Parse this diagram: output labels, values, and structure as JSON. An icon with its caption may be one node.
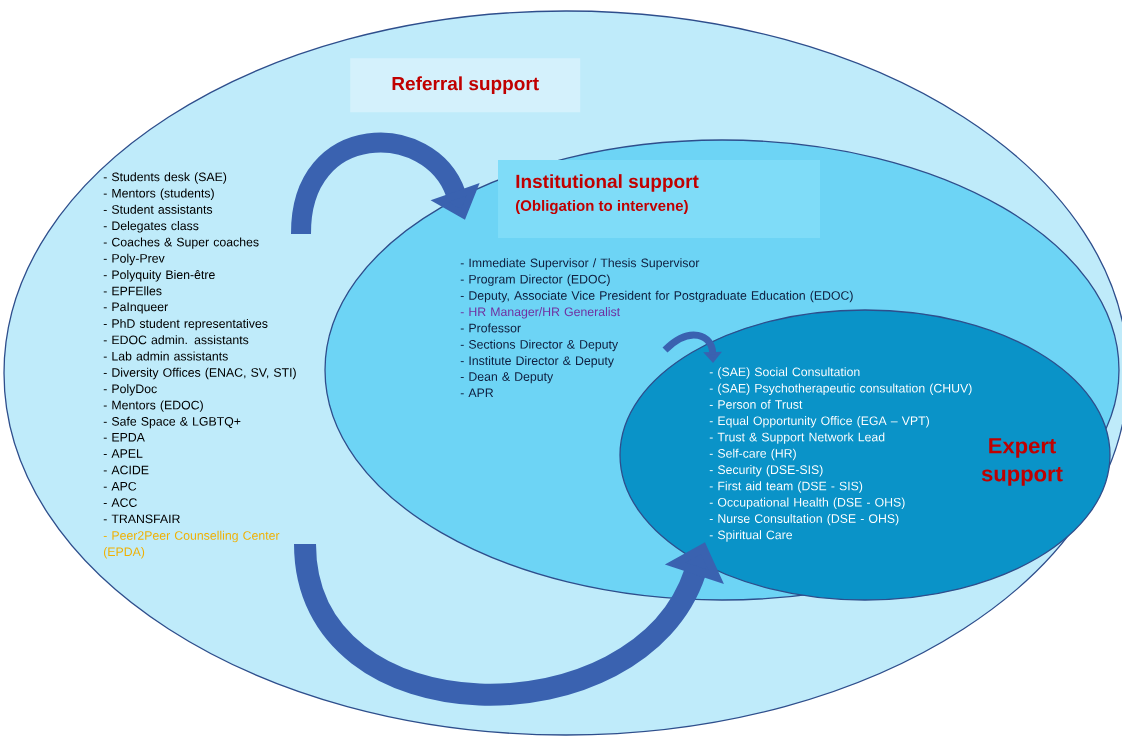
{
  "diagram": {
    "nodes": [
      {
        "text": [
          "Referral support"
        ]
      },
      {
        "text": [
          "- Students desk (SAE)",
          "- Mentors (students)",
          "- Student assistants",
          "- Delegates class",
          "- Coaches & Super coaches",
          "- Poly-Prev",
          "- Polyquity Bien-être",
          "- EPFElles",
          "- PaInqueer",
          "- PhD student representatives",
          "- EDOC admin. assistants",
          "- Lab admin assistants",
          "- Diversity Offices (ENAC, SV, STI)",
          "- PolyDoc",
          "- Mentors (EDOC)",
          "- Safe Space & LGBTQ+",
          "- EPDA",
          "- APEL",
          "- ACIDE",
          "- APC",
          "- ACC",
          "- TRANSFAIR",
          "- Peer2Peer Counselling Center (EPDA)"
        ],
        "in": 0
      },
      {
        "text": [
          "Institutional support",
          "(Obligation to intervene)"
        ],
        "in": 0
      },
      {
        "text": [
          "- Immediate Supervisor / Thesis Supervisor",
          "- Program Director (EDOC)",
          "- Deputy, Associate Vice President for Postgraduate Education (EDOC)",
          "- HR Manager/HR Generalist",
          "- Professor",
          "- Sections Director & Deputy",
          "- Institute Director & Deputy",
          "- Dean & Deputy",
          "- APR"
        ],
        "in": 2
      },
      {
        "text": [
          "- (SAE) Social Consultation",
          "- (SAE) Psychotherapeutic consultation (CHUV)",
          "- Person of Trust",
          "- Equal Opportunity Office (EGA – VPT)",
          "- Trust & Support Network Lead",
          "- Self-care (HR)",
          "- Security (DSE-SIS)",
          "- First aid team (DSE - SIS)",
          "- Occupational Health (DSE - OHS)",
          "- Nurse Consultation (DSE - OHS)",
          "-  Spiritual Care",
          "Expert support"
        ],
        "in": 2
      }
    ],
    "edges": [
      {
        "from": 1,
        "to": 2,
        "arrow": "to"
      },
      {
        "from": 1,
        "to": 4,
        "arrow": "to"
      },
      {
        "from": 3,
        "to": 4,
        "arrow": "to"
      }
    ]
  }
}
